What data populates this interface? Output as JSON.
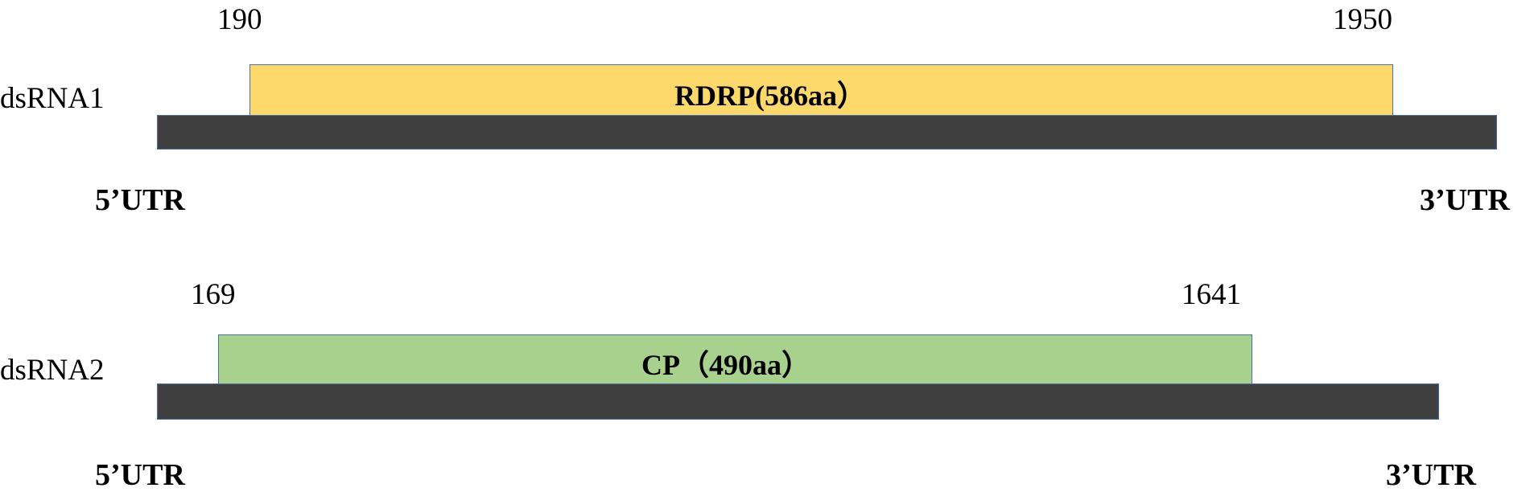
{
  "segments": [
    {
      "name": "dsRNA1",
      "orf_label": "RDRP(586aa）",
      "orf_start": "190",
      "orf_end": "1950",
      "utr5": "5’UTR",
      "utr3": "3’UTR",
      "orf_color": "#fdd96b"
    },
    {
      "name": "dsRNA2",
      "orf_label": "CP（490aa）",
      "orf_start": "169",
      "orf_end": "1641",
      "utr5": "5’UTR",
      "utr3": "3’UTR",
      "orf_color": "#a9d18e"
    }
  ],
  "colors": {
    "genome_bar": "#404040",
    "outline": "#4a6fa5"
  }
}
